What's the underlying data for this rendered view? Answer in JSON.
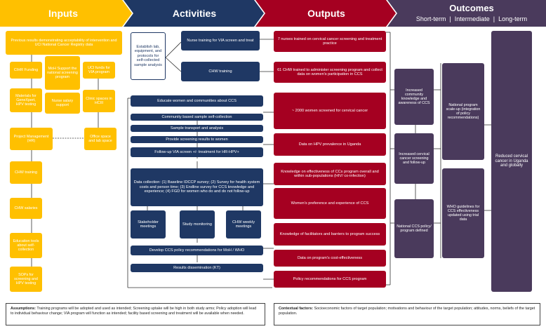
{
  "headers": {
    "inputs": "Inputs",
    "activities": "Activities",
    "outputs": "Outputs",
    "outcomes": "Outcomes",
    "outcomes_sub": "Short-term  |  Intermediate  |  Long-term"
  },
  "inputs": {
    "previous": "Previous results demonstrating acceptability of intervention and UCI National Cancer Registry data",
    "cihr": "CIHR Funding",
    "moh": "MoH Support the national screening program",
    "uci_funds": "UCI funds for VIA program",
    "materials": "Materials for GeneXpert, HPV testing",
    "nurse_salary": "Nurse salary support",
    "clinic": "Clinic spaces in HCIII",
    "project": "Project Management (HR)",
    "office": "Office space and lab space",
    "chw_training": "CHW training",
    "chw_salaries": "CHW salaries",
    "education": "Education tools about self-collection",
    "sops": "SOPs for screening and HPV testing"
  },
  "activities": {
    "establish": "Establish lab, equipment, and protocols for self-collected sample analysis",
    "nurse_training": "Nurse training for VIA screen and treat",
    "chw_training": "CHW training",
    "educate": "Educate women and communities about CCS",
    "community": "Community based sample self-collection",
    "transport": "Sample transport and analysis",
    "results": "Provide screening results to women",
    "followup": "Follow-up VIA screen +/- treatment for HR-HPV+",
    "data_collection": "Data collection: (1) Baseline IDCCP survey; (2) Survey for health system costs and person time; (3) Endline survey for CCS knowledge and experience; (4) FGD for women who do and do not follow-up",
    "stakeholder": "Stakeholder meetings",
    "study": "Study monitoring",
    "chw_weekly": "CHW weekly meetings",
    "policy_dev": "Develop CCS policy recommendations for MoH / WHO",
    "dissemination": "Results dissemination (KT)"
  },
  "outputs": {
    "o1": "7 nurses trained on cervical cancer screening and treatment practice",
    "o2": "61 CHW trained to administer screening program and collect data on women's participation in CCS",
    "o3": "~ 2000 women screened for cervical cancer",
    "o4": "Data on HPV prevalence in Uganda",
    "o5": "Knowledge on effectiveness of CCs program overall and within sub-populations (HIV/ co-infection)",
    "o6": "Women's preference and experience of CCS",
    "o7": "Knowledge of facilitators and barriers to program success",
    "o8": "Data on program's cost-effectiveness",
    "o9": "Policy recommendations for CCS program"
  },
  "outcomes": {
    "s1": "Increased community knowledge and awareness of CCS",
    "s2": "Increased cervical cancer screening and follow-up",
    "s3": "National CCS policy/ program defined",
    "i1": "National program scale-up (integration of policy recommendations)",
    "i2": "WHO guidelines for CCS effectiveness updated using trial data",
    "l1": "Reduced cervical cancer in Uganda and globally"
  },
  "notes": {
    "assumptions_label": "Assumptions:",
    "assumptions": "Training programs will be adopted and used as intended; Screening uptake will be high in both study arms; Policy adoption will lead to individual behaviour change; VIA program will function as intended; facility based screening and treatment will be available when needed.",
    "contextual_label": "Contextual factors:",
    "contextual": "Socioeconomic factors of target population; motivations and behaviour of the target population; attitudes, norms, beliefs of the target population."
  },
  "colors": {
    "inputs": "#FFC000",
    "activities": "#1F3864",
    "outputs": "#A50021",
    "outcomes": "#4A3A5C"
  }
}
